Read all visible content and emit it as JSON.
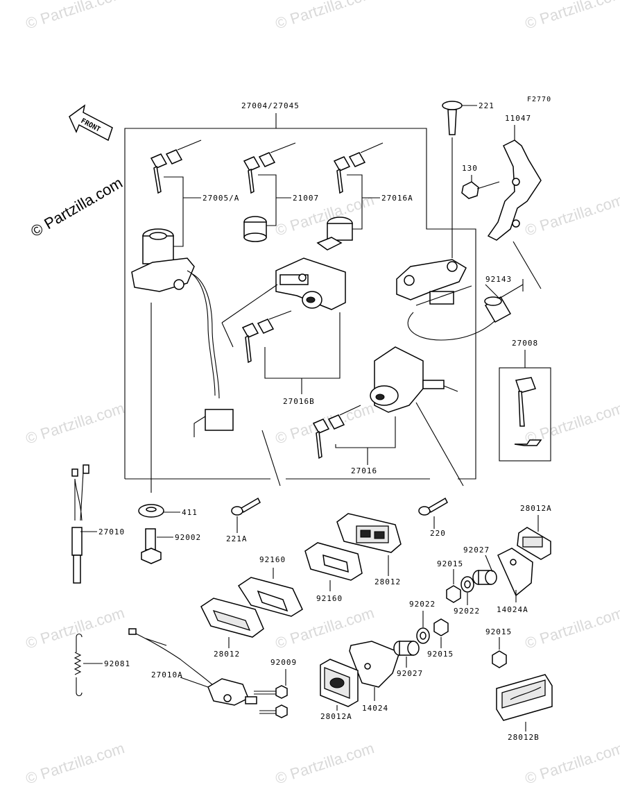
{
  "watermarks": [
    "© Partzilla.com",
    "© Partzilla.com",
    "© Partzilla.com",
    "© Partzilla.com",
    "© Partzilla.com",
    "© Partzilla.com",
    "© Partzilla.com",
    "© Partzilla.com",
    "© Partzilla.com",
    "© Partzilla.com",
    "© Partzilla.com",
    "© Partzilla.com",
    "© Partzilla.com",
    "© Partzilla.com"
  ],
  "watermark_main": "© Partzilla.com",
  "figure_code": "F2770",
  "front_label": "FRONT",
  "parts": {
    "ignition_assy": "27004/27045",
    "key_set_a": "27005/A",
    "cap": "21007",
    "lock_a": "27016A",
    "lock_b": "27016B",
    "lock": "27016",
    "screw_221": "221",
    "bracket": "11047",
    "bolt_130": "130",
    "spacer_92143": "92143",
    "blank_key": "27008",
    "washer_411": "411",
    "bolt_92002": "92002",
    "switch_27010": "27010",
    "screw_221a": "221A",
    "screw_220": "220",
    "reflector_28012a_top": "28012A",
    "nut_92015_a": "92015",
    "collar_92027_a": "92027",
    "gasket_92160_a": "92160",
    "gasket_92160_b": "92160",
    "reflector_28012_a": "28012",
    "reflector_28012_b": "28012",
    "washer_92022_a": "92022",
    "washer_92022_b": "92022",
    "bracket_14024a": "14024A",
    "nut_92015_b": "92015",
    "nut_92015_c": "92015",
    "spring_92081": "92081",
    "bolt_92009": "92009",
    "switch_27010a": "27010A",
    "collar_92027_b": "92027",
    "bracket_14024": "14024",
    "reflector_28012a_bottom": "28012A",
    "reflector_28012b": "28012B"
  }
}
